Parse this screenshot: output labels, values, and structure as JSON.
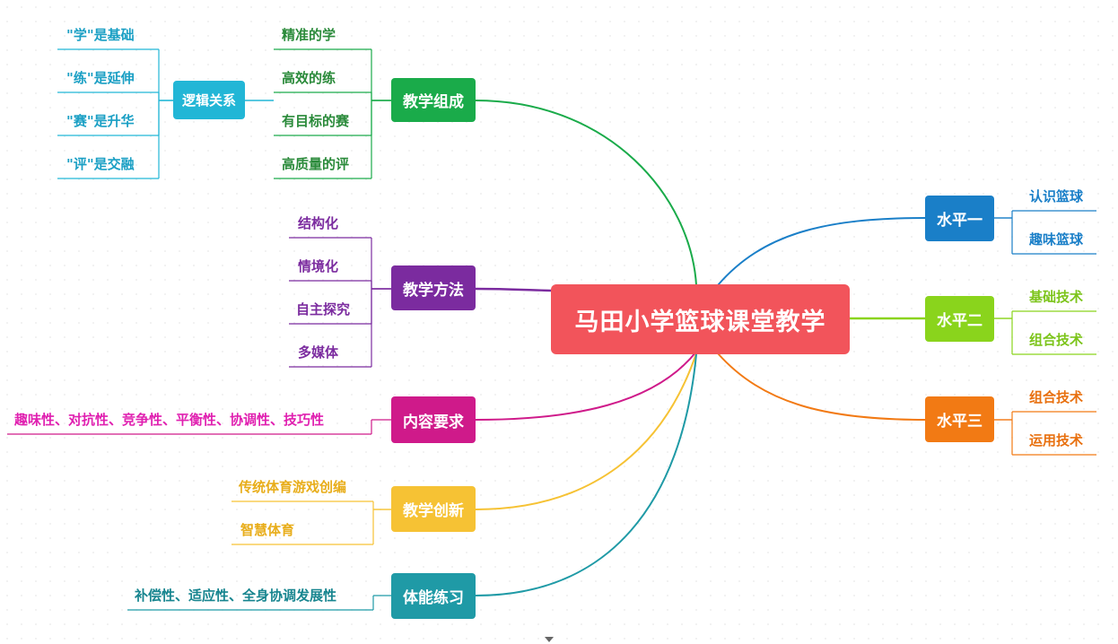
{
  "root": {
    "label": "马田小学篮球课堂教学",
    "color": "#f2545b"
  },
  "branches": [
    {
      "id": "zucheng",
      "label": "教学组成",
      "color": "#1aab4a",
      "leaf_color": "#2a8a3a",
      "leaves": [
        "精准的学",
        "高效的练",
        "有目标的赛",
        "高质量的评"
      ]
    },
    {
      "id": "luoji",
      "label": "逻辑关系",
      "color": "#22b6d6",
      "leaf_color": "#1a9fc4",
      "leaves": [
        "\"学\"是基础",
        "\"练\"是延伸",
        "\"赛\"是升华",
        "\"评\"是交融"
      ]
    },
    {
      "id": "fangfa",
      "label": "教学方法",
      "color": "#7b2b9f",
      "leaf_color": "#7b2b9f",
      "leaves": [
        "结构化",
        "情境化",
        "自主探究",
        "多媒体"
      ]
    },
    {
      "id": "neirong",
      "label": "内容要求",
      "color": "#cf1a8a",
      "leaf_color": "#e020b0",
      "leaves": [
        "趣味性、对抗性、竞争性、平衡性、协调性、技巧性"
      ]
    },
    {
      "id": "chuangxin",
      "label": "教学创新",
      "color": "#f6c234",
      "leaf_color": "#e8ad1a",
      "leaves": [
        "传统体育游戏创编",
        "智慧体育"
      ]
    },
    {
      "id": "tineng",
      "label": "体能练习",
      "color": "#1f9aa6",
      "leaf_color": "#17858f",
      "leaves": [
        "补偿性、适应性、全身协调发展性"
      ]
    },
    {
      "id": "shuiping1",
      "label": "水平一",
      "color": "#1a7fc8",
      "leaf_color": "#1a7fc8",
      "leaves": [
        "认识篮球",
        "趣味篮球"
      ]
    },
    {
      "id": "shuiping2",
      "label": "水平二",
      "color": "#8ad41c",
      "leaf_color": "#7cc41a",
      "leaves": [
        "基础技术",
        "组合技术"
      ]
    },
    {
      "id": "shuiping3",
      "label": "水平三",
      "color": "#f27a14",
      "leaf_color": "#e8700f",
      "leaves": [
        "组合技术",
        "运用技术"
      ]
    }
  ]
}
